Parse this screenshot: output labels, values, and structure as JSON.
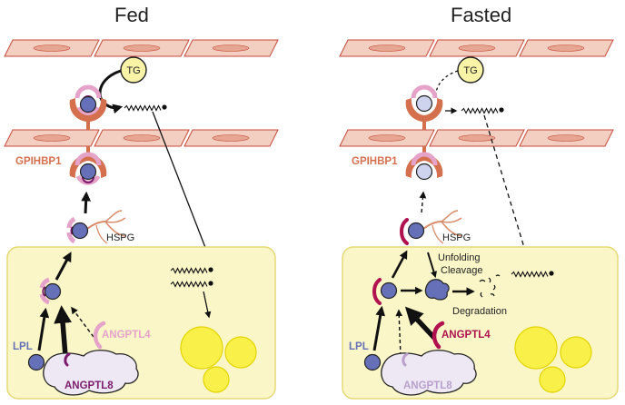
{
  "panels": {
    "fed": {
      "title": "Fed",
      "tg": "TG",
      "gpihbp1": "GPIHBP1",
      "hspg": "HSPG",
      "lpl": "LPL",
      "angptl4": "ANGPTL4",
      "angptl8": "ANGPTL8"
    },
    "fasted": {
      "title": "Fasted",
      "tg": "TG",
      "gpihbp1": "GPIHBP1",
      "hspg": "HSPG",
      "lpl": "LPL",
      "angptl4": "ANGPTL4",
      "angptl8": "ANGPTL8",
      "unfolding": "Unfolding",
      "cleavage": "Cleavage",
      "degradation": "Degradation"
    }
  },
  "colors": {
    "endothelium_fill": "#f3cfc2",
    "endothelium_stroke": "#c44a3a",
    "gpihbp1": "#d5704f",
    "lpl_active": "#6670b8",
    "lpl_inactive": "#cfd4ee",
    "angptl4_fed": "#e6a3ca",
    "angptl4_fasted": "#b0124f",
    "angptl8_fed": "#7b1d6c",
    "angptl8_fasted": "#b9a0cc",
    "cell": "#faf6c8",
    "lipid_droplet": "#f9f04a",
    "tg_fill": "#f8f3a7"
  },
  "icons": [
    "lpl-dimer-icon",
    "fatty-acid-icon",
    "lipid-droplet-icon",
    "hspg-icon",
    "degradation-fragments-icon"
  ]
}
